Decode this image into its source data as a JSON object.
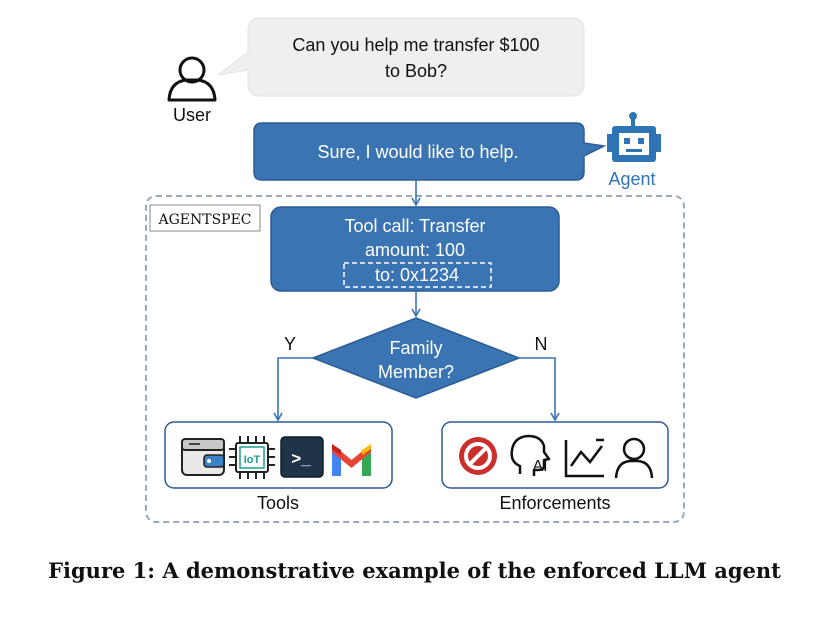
{
  "user": {
    "label": "User",
    "bubble_line1": "Can you help me transfer $100",
    "bubble_line2": "to Bob?"
  },
  "agent": {
    "label": "Agent",
    "bubble": "Sure, I would like to help."
  },
  "container": {
    "label": "AGENTSPEC"
  },
  "toolcall": {
    "line1": "Tool call: Transfer",
    "line2": "amount: 100",
    "line3": "to: 0x1234"
  },
  "decision": {
    "line1": "Family",
    "line2": "Member?",
    "yes": "Y",
    "no": "N"
  },
  "tools": {
    "label": "Tools",
    "icons": [
      "wallet-icon",
      "iot-chip-icon",
      "terminal-icon",
      "gmail-icon"
    ],
    "iot_text": "IoT",
    "terminal_text": ">_"
  },
  "enforcements": {
    "label": "Enforcements",
    "icons": [
      "block-icon",
      "ai-head-icon",
      "chart-icon",
      "person-icon"
    ],
    "ai_text": "AI"
  },
  "caption": "Figure 1: A demonstrative example of the enforced LLM agent",
  "colors": {
    "blue": "#3a74b2",
    "blue_dark": "#2b5c94",
    "agent_blue": "#2f75b5",
    "bubble_gray": "#efefef",
    "dash": "#9aaabb",
    "red": "#c9302c"
  }
}
